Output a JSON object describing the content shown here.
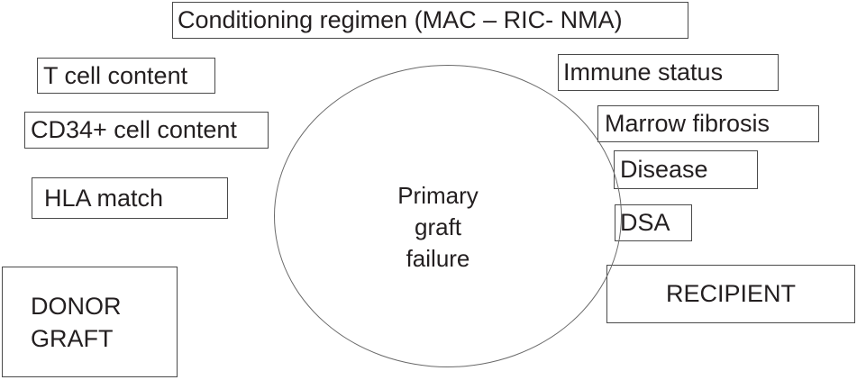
{
  "top_label": "Conditioning regimen (MAC – RIC- NMA)",
  "center_label": "Primary\ngraft\nfailure",
  "donor_graft": {
    "title": "DONOR\nGRAFT",
    "factors": [
      "T cell content",
      "CD34+ cell content",
      "HLA match"
    ]
  },
  "recipient": {
    "title": "RECIPIENT",
    "factors": [
      "Immune status",
      "Marrow fibrosis",
      "Disease",
      "DSA"
    ]
  }
}
